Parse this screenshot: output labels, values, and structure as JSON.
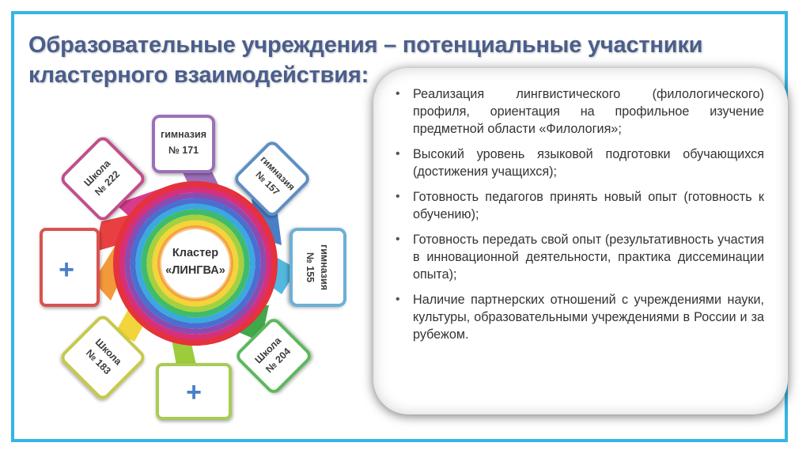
{
  "slide": {
    "title_line1": "Образовательные учреждения – потенциальные участники",
    "title_line2": "кластерного взаимодействия:"
  },
  "cluster": {
    "center_line1": "Кластер",
    "center_line2": "«ЛИНГВА»",
    "nodes": [
      {
        "id": "gym171",
        "line1": "гимназия",
        "line2": "№ 171",
        "color": "#9b6fb8"
      },
      {
        "id": "gym157",
        "line1": "гимназия",
        "line2": "№ 157",
        "color": "#5b8fc4"
      },
      {
        "id": "gym155",
        "line1": "гимназия",
        "line2": "№ 155",
        "color": "#6ab0d8"
      },
      {
        "id": "school204",
        "line1": "Школа",
        "line2": "№ 204",
        "color": "#5cb85c"
      },
      {
        "id": "plus_bottom",
        "label": "+",
        "color": "#a8cc54"
      },
      {
        "id": "school183",
        "line1": "Школа",
        "line2": "№ 183",
        "color": "#c6c94a"
      },
      {
        "id": "plus_left",
        "label": "+",
        "color": "#d9534f"
      },
      {
        "id": "school222",
        "line1": "Школа",
        "line2": "№ 222",
        "color": "#c24d8a"
      }
    ]
  },
  "panel": {
    "bullet_symbol": "•",
    "items": [
      "Реализация лингвистического (филологического) профиля, ориентация на профильное изучение предметной области «Филология»;",
      "Высокий уровень языковой подготовки обучающихся (достижения учащихся);",
      "Готовность педагогов принять новый опыт (готовность к обучению);",
      "Готовность передать свой опыт (результативность участия в инновационной деятельности, практика диссеминации опыта);",
      "Наличие партнерских отношений с учреждениями науки, культуры, образовательными учреждениями в России и за рубежом."
    ]
  }
}
